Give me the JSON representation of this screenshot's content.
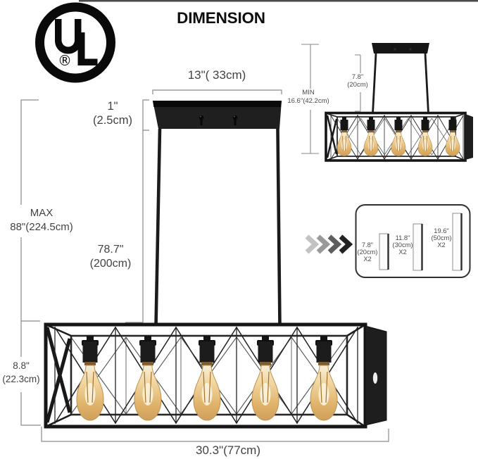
{
  "page": {
    "title": "DIMENSION"
  },
  "ul_mark": {
    "letter_u": "U",
    "letter_l": "L",
    "registered": "®"
  },
  "main_view": {
    "canopy_width_label": "13\"( 33cm)",
    "canopy_height": [
      "1\"",
      "(2.5cm)"
    ],
    "max_height": [
      "MAX",
      "88\"(224.5cm)"
    ],
    "rod_length": [
      "78.7\"",
      "(200cm)"
    ],
    "shade_height": [
      "8.8\"",
      "(22.3cm)"
    ],
    "shade_width_label": "30.3\"(77cm)"
  },
  "min_view": {
    "min_height": [
      "MIN",
      "16.6\"(42.2cm)"
    ],
    "rod_length": [
      "7.8\"",
      "(20cm)"
    ]
  },
  "rod_kit": {
    "rods": [
      {
        "length_in": "7.8\"",
        "length_cm": "(20cm)",
        "quantity": "X2"
      },
      {
        "length_in": "11.8\"",
        "length_cm": "(30cm)",
        "quantity": "X2"
      },
      {
        "length_in": "19.6\"",
        "length_cm": "(50cm)",
        "quantity": "X2"
      }
    ]
  },
  "colors": {
    "fixture_black": "#1a1a1a",
    "bulb_amber": "#e3b36c",
    "bulb_glow": "#fdf6e0",
    "dimension_line": "#8a8a8a",
    "text": "#424242"
  }
}
